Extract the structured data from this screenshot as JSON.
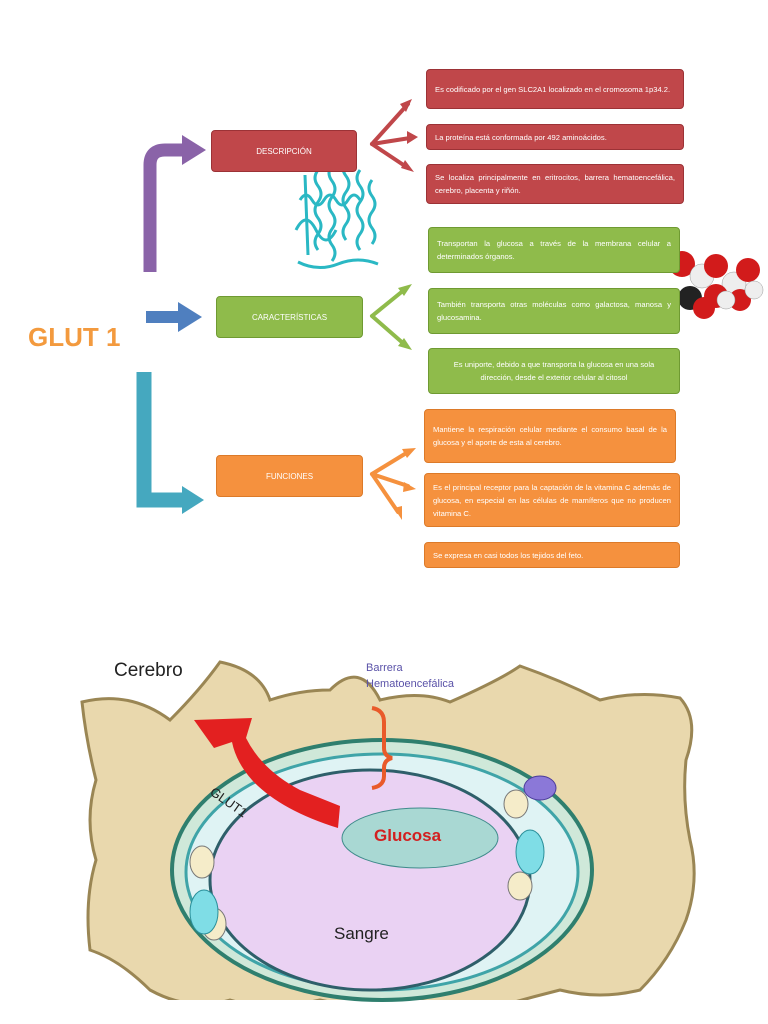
{
  "title": "GLUT 1",
  "categories": {
    "descripcion": "DESCRIPCIÓN",
    "caracteristicas": "CARACTERÍSTICAS",
    "funciones": "FUNCIONES"
  },
  "descripcion_items": [
    "Es codificado por el gen SLC2A1 localizado en el cromosoma 1p34.2.",
    "La proteína está conformada por 492 aminoácidos.",
    "Se localiza principalmente en eritrocitos, barrera hematoencefálica, cerebro, placenta y riñón."
  ],
  "caracteristicas_items": [
    "Transportan la glucosa a través de la membrana celular a determinados órganos.",
    "También transporta otras moléculas como galactosa, manosa y glucosamina.",
    "Es uniporte, debido a que transporta la glucosa en una sola dirección, desde el exterior celular al citosol"
  ],
  "funciones_items": [
    "Mantiene la respiración celular mediante el consumo basal de la glucosa y el aporte de esta al cerebro.",
    "Es el principal receptor para la captación de la vitamina C además de glucosa, en especial en las células de mamíferos que no producen vitamina C.",
    "Se expresa en casi todos los tejidos del feto."
  ],
  "diagram": {
    "cerebro": "Cerebro",
    "barrera_line1": "Barrera",
    "barrera_line2": "Hematoencefálica",
    "glut1": "GLUT1",
    "glucosa": "Glucosa",
    "sangre": "Sangre"
  },
  "colors": {
    "red": "#c0474a",
    "green": "#8fbb4b",
    "orange": "#f5913e",
    "purple_arrow": "#8a63a8",
    "blue_arrow": "#4f7fbf",
    "teal_arrow": "#45a8bf",
    "protein": "#2ab8c4"
  }
}
